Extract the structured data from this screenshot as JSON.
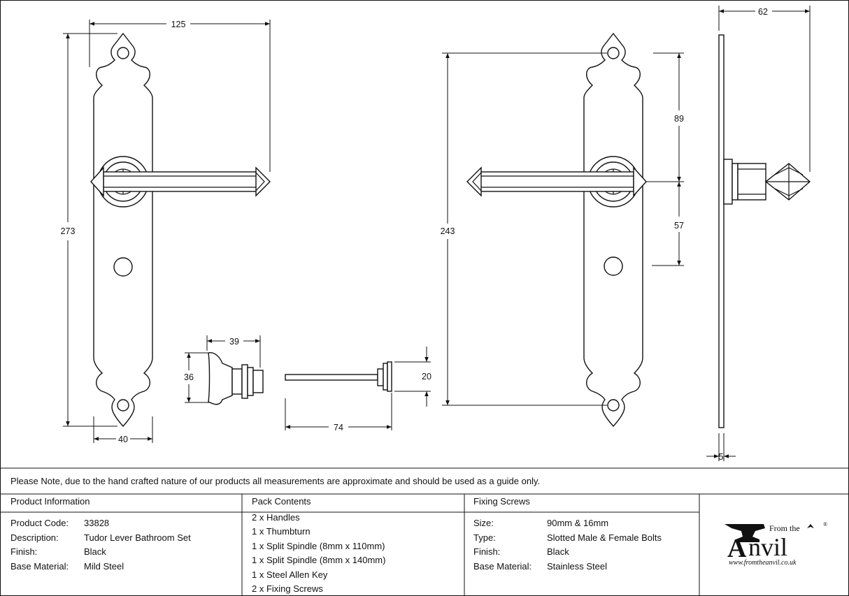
{
  "drawing": {
    "dimensions": {
      "plate_width": "125",
      "plate_height": "273",
      "plate_bottom_width": "40",
      "thumb_width": "39",
      "thumb_height": "36",
      "spindle_length": "74",
      "spindle_head": "20",
      "right_plate_height": "243",
      "upper_to_lever": "89",
      "lever_to_hole": "57",
      "projection": "62",
      "plate_thickness": "5"
    }
  },
  "note": "Please Note, due to the hand crafted nature of our products all measurements are approximate and should be used as a guide only.",
  "product_info": {
    "header": "Product Information",
    "rows": [
      {
        "label": "Product Code:",
        "value": "33828"
      },
      {
        "label": "Description:",
        "value": "Tudor Lever Bathroom Set"
      },
      {
        "label": "Finish:",
        "value": "Black"
      },
      {
        "label": "Base Material:",
        "value": "Mild Steel"
      }
    ]
  },
  "pack_contents": {
    "header": "Pack Contents",
    "items": [
      "2 x Handles",
      "1 x Thumbturn",
      "1 x Split Spindle (8mm x 110mm)",
      "1 x Split Spindle (8mm x 140mm)",
      "1 x Steel Allen Key",
      "2 x Fixing Screws"
    ]
  },
  "fixing_screws": {
    "header": "Fixing Screws",
    "rows": [
      {
        "label": "Size:",
        "value": "90mm & 16mm"
      },
      {
        "label": "Type:",
        "value": "Slotted Male & Female Bolts"
      },
      {
        "label": "Finish:",
        "value": "Black"
      },
      {
        "label": "Base Material:",
        "value": "Stainless Steel"
      }
    ]
  },
  "logo": {
    "from_the": "From the",
    "brand_initial": "A",
    "brand_rest": "nvil",
    "registered": "®",
    "url": "www.fromtheanvil.co.uk"
  }
}
